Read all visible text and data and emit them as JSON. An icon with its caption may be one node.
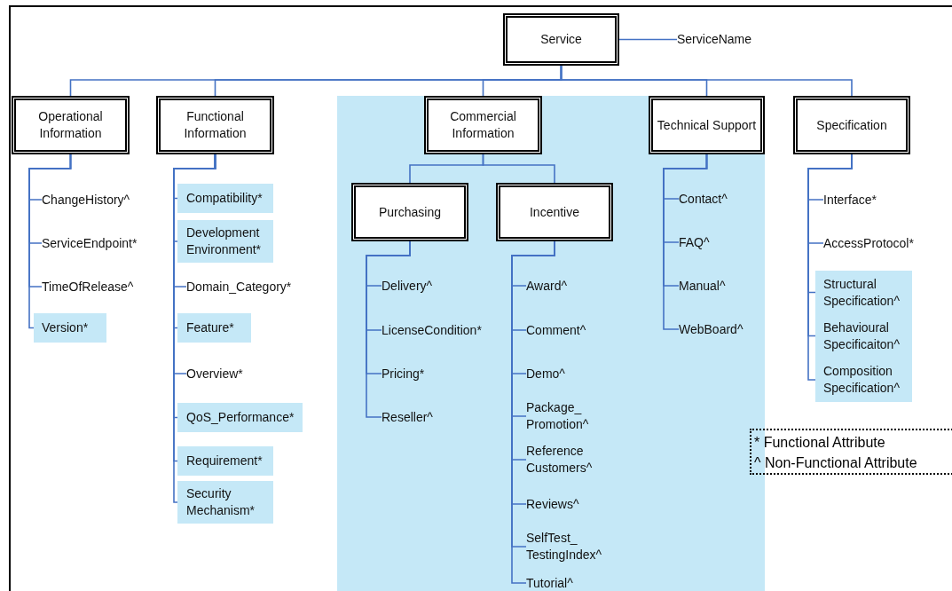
{
  "diagram": {
    "nodes": [
      {
        "text": [
          "Service"
        ]
      },
      {
        "text": [
          "ServiceName"
        ]
      },
      {
        "text": [
          "Operational Information"
        ]
      },
      {
        "text": [
          "Functional Information"
        ]
      },
      {
        "text": [
          "Commercial Information"
        ]
      },
      {
        "text": [
          "Technical Support"
        ]
      },
      {
        "text": [
          "Specification"
        ]
      },
      {
        "text": [
          "Purchasing"
        ]
      },
      {
        "text": [
          "Incentive"
        ]
      },
      {
        "text": [
          "ChangeHistory^"
        ]
      },
      {
        "text": [
          "ServiceEndpoint*"
        ]
      },
      {
        "text": [
          "TimeOfRelease^"
        ]
      },
      {
        "text": [
          "Version*"
        ]
      },
      {
        "text": [
          "Compatibility*"
        ]
      },
      {
        "text": [
          "Development Environment*"
        ]
      },
      {
        "text": [
          "Domain_Category*"
        ]
      },
      {
        "text": [
          "Feature*"
        ]
      },
      {
        "text": [
          "Overview*"
        ]
      },
      {
        "text": [
          "QoS_Performance*"
        ]
      },
      {
        "text": [
          "Requirement*"
        ]
      },
      {
        "text": [
          "Security Mechanism*"
        ]
      },
      {
        "text": [
          "Delivery^"
        ]
      },
      {
        "text": [
          "LicenseCondition*"
        ]
      },
      {
        "text": [
          "Pricing*"
        ]
      },
      {
        "text": [
          "Reseller^"
        ]
      },
      {
        "text": [
          "Award^"
        ]
      },
      {
        "text": [
          "Comment^"
        ]
      },
      {
        "text": [
          "Demo^"
        ]
      },
      {
        "text": [
          "Package_ Promotion^"
        ]
      },
      {
        "text": [
          "Reference Customers^"
        ]
      },
      {
        "text": [
          "Reviews^"
        ]
      },
      {
        "text": [
          "SelfTest_ TestingIndex^"
        ]
      },
      {
        "text": [
          "Tutorial^"
        ]
      },
      {
        "text": [
          "Contact^"
        ]
      },
      {
        "text": [
          "FAQ^"
        ]
      },
      {
        "text": [
          "Manual^"
        ]
      },
      {
        "text": [
          "WebBoard^"
        ]
      },
      {
        "text": [
          "Interface*"
        ]
      },
      {
        "text": [
          "AccessProtocol*"
        ]
      },
      {
        "text": [
          "Structural Specification^"
        ]
      },
      {
        "text": [
          "Behavioural Specificaiton^"
        ]
      },
      {
        "text": [
          "Composition Specification^"
        ]
      }
    ],
    "edges": [
      {
        "from": 0,
        "to": 1,
        "arrow": "none"
      },
      {
        "from": 0,
        "to": 2,
        "arrow": "none"
      },
      {
        "from": 0,
        "to": 3,
        "arrow": "none"
      },
      {
        "from": 0,
        "to": 4,
        "arrow": "none"
      },
      {
        "from": 0,
        "to": 5,
        "arrow": "none"
      },
      {
        "from": 0,
        "to": 6,
        "arrow": "none"
      },
      {
        "from": 4,
        "to": 7,
        "arrow": "none"
      },
      {
        "from": 4,
        "to": 8,
        "arrow": "none"
      },
      {
        "from": 2,
        "to": 9,
        "arrow": "none"
      },
      {
        "from": 2,
        "to": 10,
        "arrow": "none"
      },
      {
        "from": 2,
        "to": 11,
        "arrow": "none"
      },
      {
        "from": 2,
        "to": 12,
        "arrow": "none"
      },
      {
        "from": 3,
        "to": 13,
        "arrow": "none"
      },
      {
        "from": 3,
        "to": 14,
        "arrow": "none"
      },
      {
        "from": 3,
        "to": 15,
        "arrow": "none"
      },
      {
        "from": 3,
        "to": 16,
        "arrow": "none"
      },
      {
        "from": 3,
        "to": 17,
        "arrow": "none"
      },
      {
        "from": 3,
        "to": 18,
        "arrow": "none"
      },
      {
        "from": 3,
        "to": 19,
        "arrow": "none"
      },
      {
        "from": 3,
        "to": 20,
        "arrow": "none"
      },
      {
        "from": 7,
        "to": 21,
        "arrow": "none"
      },
      {
        "from": 7,
        "to": 22,
        "arrow": "none"
      },
      {
        "from": 7,
        "to": 23,
        "arrow": "none"
      },
      {
        "from": 7,
        "to": 24,
        "arrow": "none"
      },
      {
        "from": 8,
        "to": 25,
        "arrow": "none"
      },
      {
        "from": 8,
        "to": 26,
        "arrow": "none"
      },
      {
        "from": 8,
        "to": 27,
        "arrow": "none"
      },
      {
        "from": 8,
        "to": 28,
        "arrow": "none"
      },
      {
        "from": 8,
        "to": 29,
        "arrow": "none"
      },
      {
        "from": 8,
        "to": 30,
        "arrow": "none"
      },
      {
        "from": 8,
        "to": 31,
        "arrow": "none"
      },
      {
        "from": 8,
        "to": 32,
        "arrow": "none"
      },
      {
        "from": 5,
        "to": 33,
        "arrow": "none"
      },
      {
        "from": 5,
        "to": 34,
        "arrow": "none"
      },
      {
        "from": 5,
        "to": 35,
        "arrow": "none"
      },
      {
        "from": 5,
        "to": 36,
        "arrow": "none"
      },
      {
        "from": 6,
        "to": 37,
        "arrow": "none"
      },
      {
        "from": 6,
        "to": 38,
        "arrow": "none"
      },
      {
        "from": 6,
        "to": 39,
        "arrow": "none"
      },
      {
        "from": 6,
        "to": 40,
        "arrow": "none"
      },
      {
        "from": 6,
        "to": 41,
        "arrow": "none"
      }
    ],
    "labels": [
      "* Functional Attribute",
      "^ Non-Functional Attribute"
    ]
  }
}
